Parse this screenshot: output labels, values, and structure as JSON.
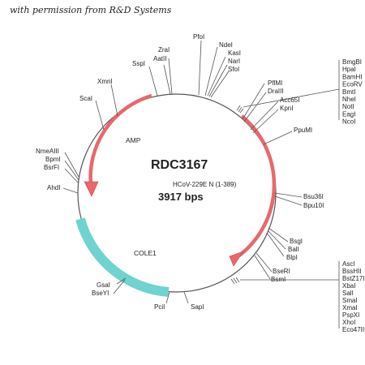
{
  "caption": "with permission from R&D Systems",
  "plasmid": {
    "name": "RDC3167",
    "insert": "HCoV-229E N (1-389)",
    "size": "3917 bps"
  },
  "features": {
    "amp": "AMP",
    "cole1": "COLE1"
  },
  "sites": {
    "pfoi": "PfoI",
    "ndei": "NdeI",
    "kasi": "KasI",
    "nari": "NarI",
    "sfoi": "SfoI",
    "zrai": "ZraI",
    "aatii": "AatII",
    "sspi": "SspI",
    "xmni": "XmnI",
    "scai": "ScaI",
    "pflmi": "PflMI",
    "draiii": "DraIII",
    "acc65i": "Acc65I",
    "kpni": "KpnI",
    "ppumi": "PpuMI",
    "nmeaiii": "NmeAIII",
    "bpmi": "BpmI",
    "bsrfi": "BsrFI",
    "ahdi": "AhdI",
    "bsu36i": "Bsu36I",
    "bpu10i": "Bpu10I",
    "bsgi": "BsgI",
    "bali": "BalI",
    "blpi": "BlpI",
    "bseri": "BseRI",
    "bsmi": "BsmI",
    "gsai": "GsaI",
    "bseyi": "BseYI",
    "pcii": "PciI",
    "sapi": "SapI"
  },
  "mcs_top": [
    "BmgBI",
    "HpaI",
    "BamHI",
    "EcoRV",
    "BmtI",
    "NheI",
    "NotI",
    "EagI",
    "NcoI"
  ],
  "mcs_bottom": [
    "AscI",
    "BssHII",
    "BstZ17I",
    "XbaI",
    "SalI",
    "SmaI",
    "XmaI",
    "PspXI",
    "XhoI",
    "Eco47III"
  ],
  "colors": {
    "amp_arrow": "#e8686b",
    "insert_arrow": "#e8686b",
    "cole1": "#6fd3cf",
    "backbone": "#555555"
  }
}
